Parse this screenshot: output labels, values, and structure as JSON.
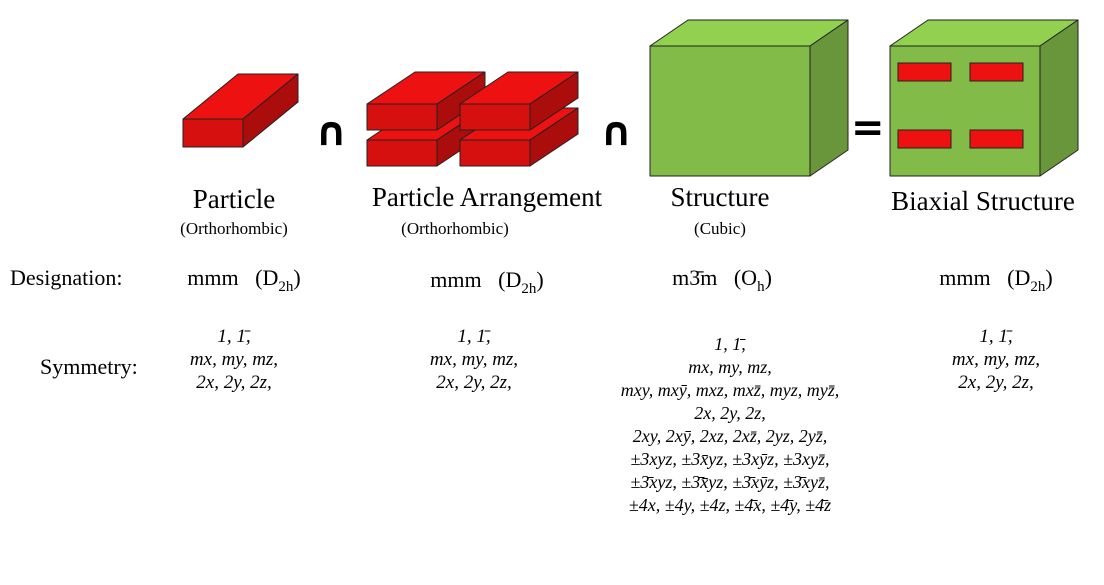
{
  "operators": {
    "intersect_1": "∩",
    "intersect_2": "∩",
    "equals": "="
  },
  "row_labels": {
    "designation": "Designation:",
    "symmetry": "Symmetry:"
  },
  "colors": {
    "particle_red": "#ee1111",
    "cube_green": "#92d050",
    "edge": "#222222"
  },
  "columns": [
    {
      "title": "Particle",
      "subtitle": "(Orthorhombic)",
      "designation": {
        "symbol": "mmm",
        "schoenflies": "D",
        "schoenflies_sub": "2h"
      },
      "symmetry": [
        "1, 1̄,",
        "mx, my, mz,",
        "2x, 2y, 2z,"
      ]
    },
    {
      "title": "Particle Arrangement",
      "subtitle": "(Orthorhombic)",
      "designation": {
        "symbol": "mmm",
        "schoenflies": "D",
        "schoenflies_sub": "2h"
      },
      "symmetry": [
        "1, 1̄,",
        "mx, my, mz,",
        "2x, 2y, 2z,"
      ]
    },
    {
      "title": "Structure",
      "subtitle": "(Cubic)",
      "designation": {
        "symbol": "m3̄m",
        "schoenflies": "O",
        "schoenflies_sub": "h"
      },
      "symmetry": [
        "1, 1̄,",
        "mx, my, mz,",
        "mxy, mxȳ, mxz, mxz̄, myz, myz̄,",
        "2x, 2y, 2z,",
        "2xy, 2xȳ, 2xz, 2xz̄, 2yz, 2yz̄,",
        "±3xyz, ±3x̄yz, ±3xȳz, ±3xyz̄,",
        "±3̄xyz, ±3̄x̄yz, ±3̄xȳz, ±3̄xyz̄,",
        "±4x, ±4y, ±4z, ±4̄x, ±4̄y, ±4̄z"
      ]
    },
    {
      "title": "Biaxial Structure",
      "subtitle": "",
      "designation": {
        "symbol": "mmm",
        "schoenflies": "D",
        "schoenflies_sub": "2h"
      },
      "symmetry": [
        "1, 1̄,",
        "mx, my, mz,",
        "2x, 2y, 2z,"
      ]
    }
  ]
}
